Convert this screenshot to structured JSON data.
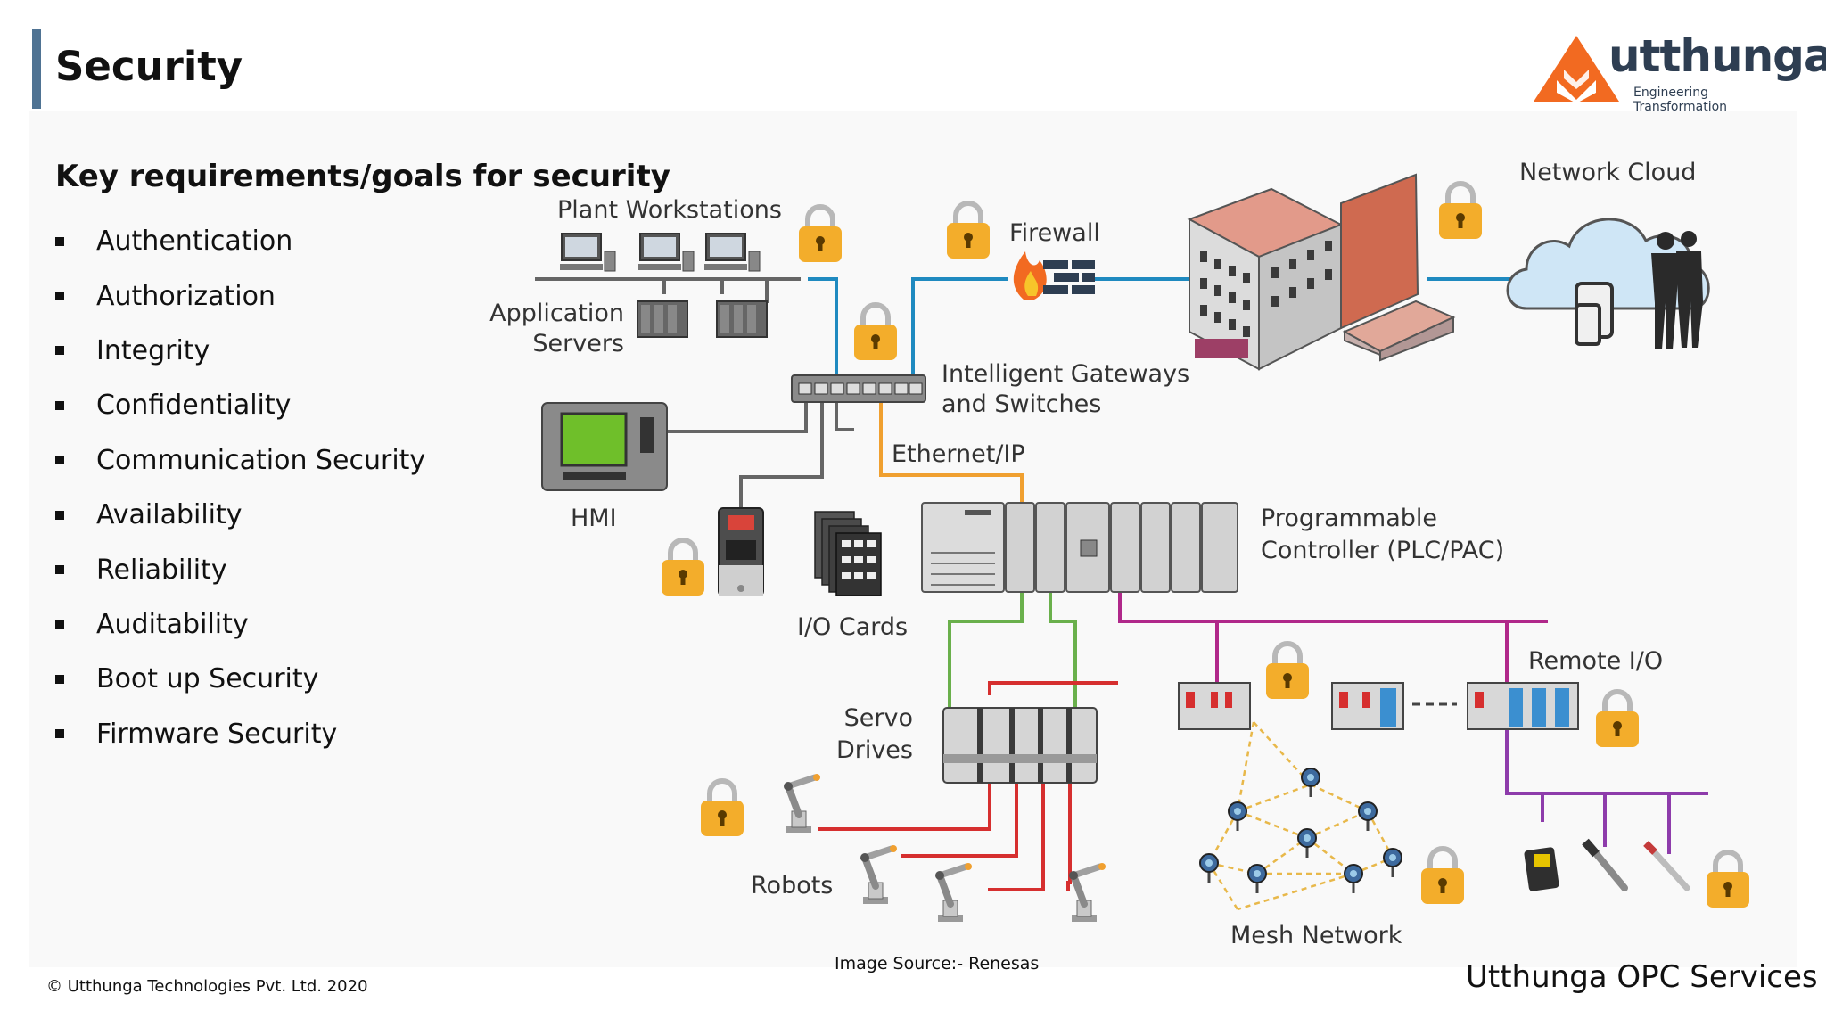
{
  "slide": {
    "title": "Security",
    "accent_color": "#4f7393"
  },
  "logo": {
    "name": "utthunga",
    "tagline": "Engineering Transformation",
    "brand_color": "#f26a21"
  },
  "requirements": {
    "heading": "Key requirements/goals for security",
    "items": [
      "Authentication",
      "Authorization",
      "Integrity",
      "Confidentiality",
      "Communication Security",
      "Availability",
      "Reliability",
      "Auditability",
      "Boot up Security",
      "Firmware Security"
    ]
  },
  "diagram": {
    "labels": {
      "plant_workstations": "Plant Workstations",
      "application_servers_1": "Application",
      "application_servers_2": "Servers",
      "firewall": "Firewall",
      "network_cloud": "Network Cloud",
      "gateways_1": "Intelligent Gateways",
      "gateways_2": "and Switches",
      "ethernet_ip": "Ethernet/IP",
      "hmi": "HMI",
      "io_cards": "I/O Cards",
      "plc_1": "Programmable",
      "plc_2": "Controller (PLC/PAC)",
      "remote_io": "Remote I/O",
      "servo_1": "Servo",
      "servo_2": "Drives",
      "robots": "Robots",
      "mesh_network": "Mesh Network"
    },
    "line_colors": {
      "it_network": "#1f8ac0",
      "ethernet_ip": "#f0a030",
      "hmi_link": "#666666",
      "servo_link": "#6ab04c",
      "robot_link": "#d62f2f",
      "remote_io_link": "#b0288a",
      "sensor_link": "#8e3cab",
      "mesh_link": "#e8b84a"
    },
    "icons": [
      "padlock-icon",
      "fire-icon",
      "cloud-icon",
      "factory-icon",
      "robot-arm-icon",
      "sensor-icon"
    ]
  },
  "footer": {
    "image_source": "Image Source:- Renesas",
    "copyright": "© Utthunga Technologies Pvt. Ltd. 2020",
    "brand": "Utthunga OPC Services"
  }
}
